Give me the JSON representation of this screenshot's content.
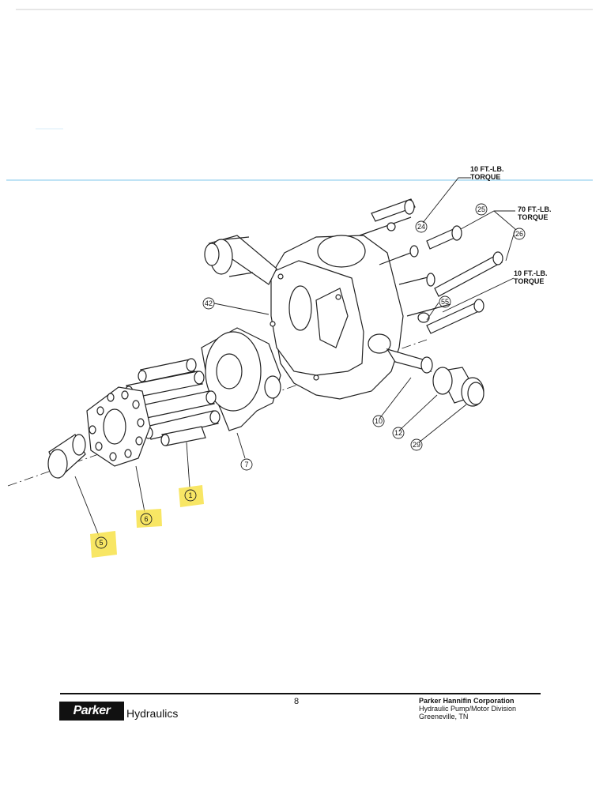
{
  "diagram": {
    "torque_notes": [
      {
        "id": "torque-24",
        "line1": "10 FT.-LB.",
        "line2": "TORQUE"
      },
      {
        "id": "torque-25",
        "line1": "70 FT.-LB.",
        "line2": "TORQUE"
      },
      {
        "id": "torque-26",
        "line1": "10 FT.-LB.",
        "line2": "TORQUE"
      }
    ],
    "part_numbers": [
      "24",
      "25",
      "26",
      "42",
      "55",
      "10",
      "12",
      "29",
      "7",
      "1",
      "6",
      "5"
    ],
    "highlighted_parts": [
      "1",
      "6",
      "5"
    ],
    "colors": {
      "highlight": "#f7e24a",
      "line": "#222222",
      "scan_line": "#bfe3f5"
    }
  },
  "footer": {
    "logo_text": "Parker",
    "logo_sub": "Hydraulics",
    "page_number": "8",
    "company": "Parker Hannifin Corporation",
    "division": "Hydraulic Pump/Motor Division",
    "location": "Greeneville, TN"
  }
}
